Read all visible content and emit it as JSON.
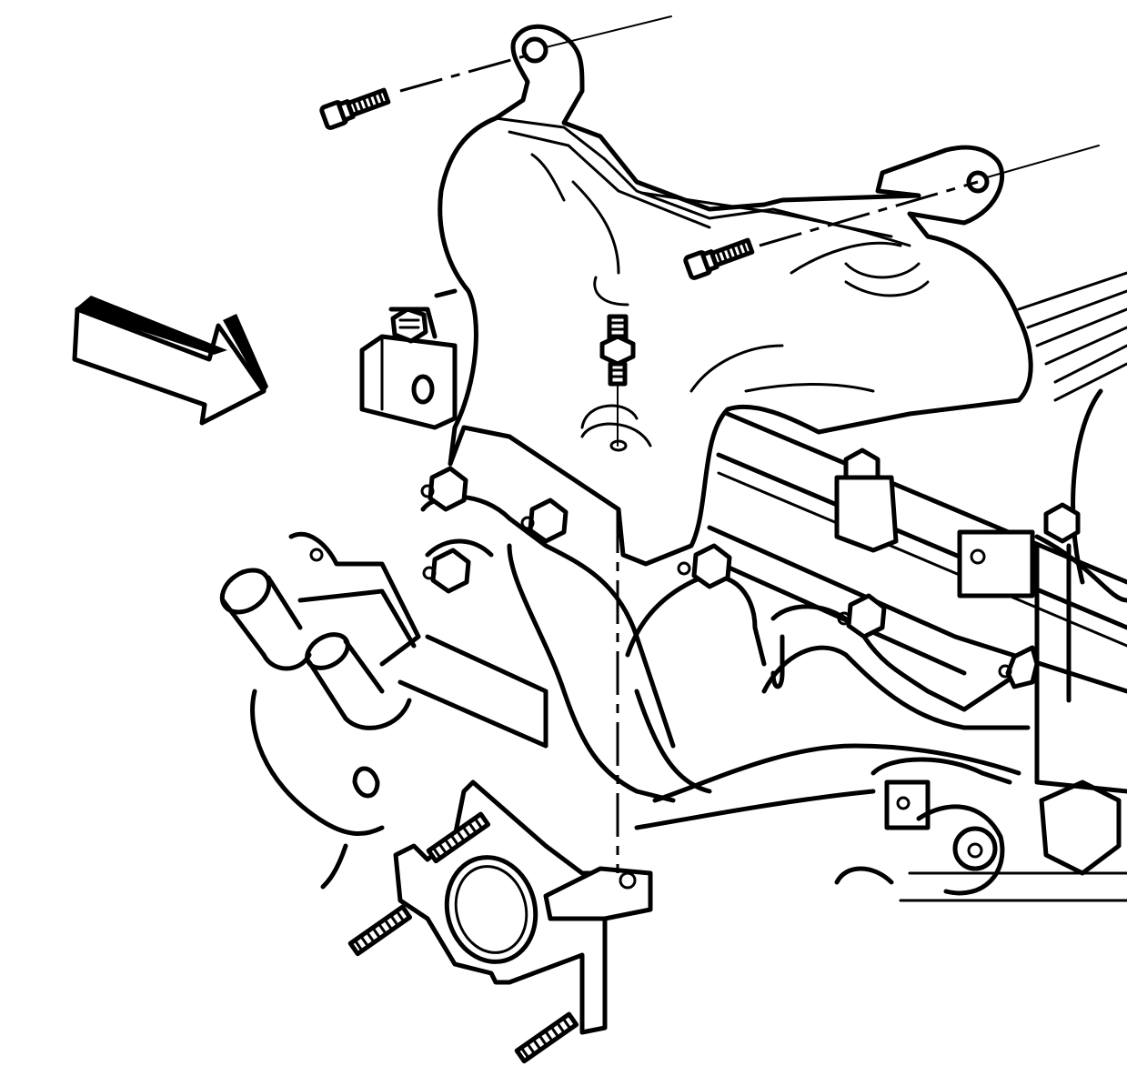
{
  "diagram": {
    "view_arrow_direction": "down-right",
    "components": [
      "exhaust-manifold-heat-shield",
      "heat-shield-bolt-upper-left",
      "heat-shield-bolt-upper-right",
      "heat-shield-stud-center",
      "exhaust-manifold",
      "manifold-nuts",
      "outlet-flange-studs",
      "coolant-pipes",
      "engine-block"
    ],
    "colors": {
      "line": "#000000",
      "background": "#ffffff",
      "arrow_band": "#000000"
    }
  }
}
